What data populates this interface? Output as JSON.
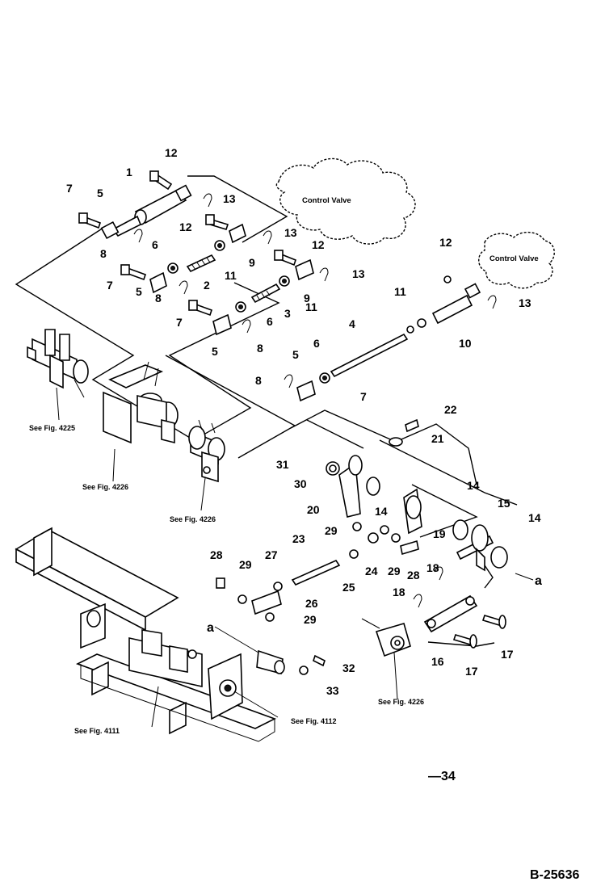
{
  "diagram": {
    "callouts": [
      "1",
      "2",
      "3",
      "4",
      "5",
      "6",
      "7",
      "8",
      "9",
      "10",
      "11",
      "12",
      "13",
      "14",
      "15",
      "16",
      "17",
      "18",
      "19",
      "20",
      "21",
      "22",
      "23",
      "24",
      "25",
      "26",
      "27",
      "28",
      "29",
      "30",
      "31",
      "32",
      "33"
    ],
    "notes": {
      "control_valve_1": "Control Valve",
      "control_valve_2": "Control Valve",
      "see_fig_4225": "See Fig. 4225",
      "see_fig_4226_a": "See Fig. 4226",
      "see_fig_4226_b": "See Fig. 4226",
      "see_fig_4226_c": "See Fig. 4226",
      "see_fig_4111": "See Fig. 4111",
      "see_fig_4112": "See Fig. 4112",
      "ref_a_1": "a",
      "ref_a_2": "a"
    },
    "page_number": "—34",
    "drawing_code": "B-25636"
  }
}
